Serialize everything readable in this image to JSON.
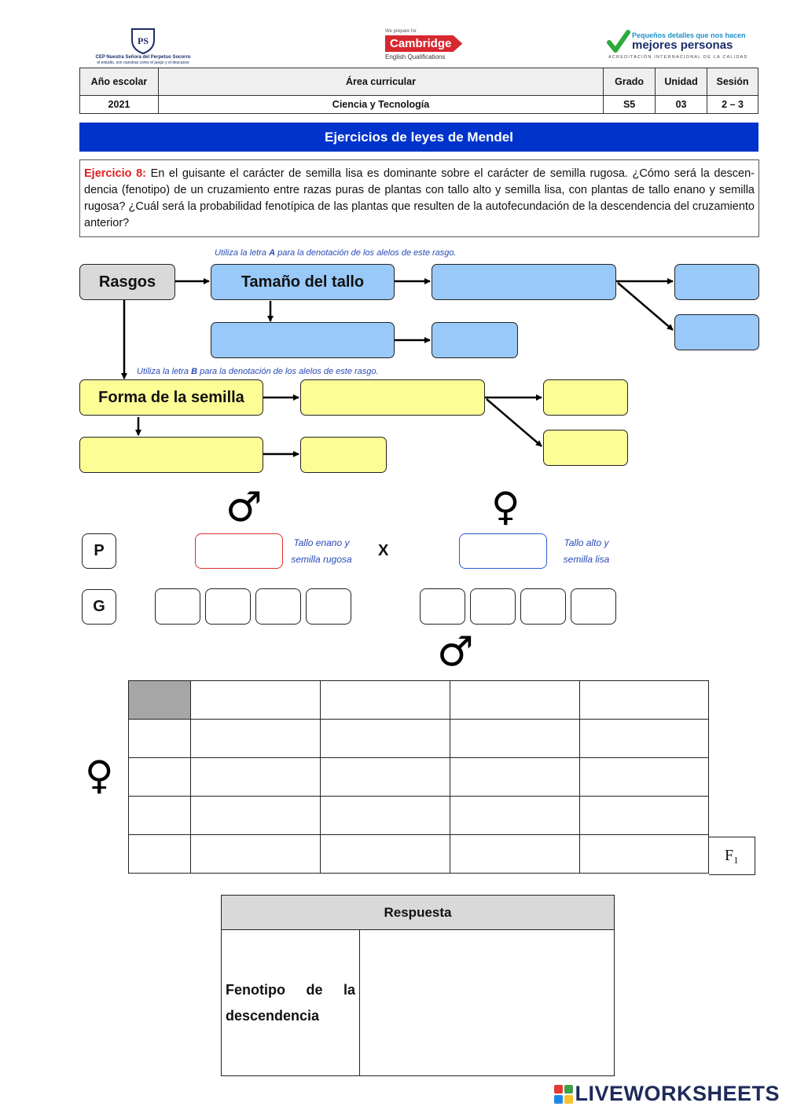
{
  "header": {
    "school_name": "CEP Nuestra Señora del Perpetuo Socorro",
    "school_motto": "el estudio, son nuestras como el juego y el descanso",
    "school_monogram": "PS",
    "cambridge_small": "We prepare for",
    "cambridge_brand": "Cambridge",
    "cambridge_sub": "English Qualifications",
    "quality_line1": "Pequeños detalles que nos hacen",
    "quality_line2": "mejores personas",
    "quality_line3": "ACREDITACIÓN INTERNACIONAL DE LA CALIDAD"
  },
  "info_table": {
    "headers": [
      "Año escolar",
      "Área curricular",
      "Grado",
      "Unidad",
      "Sesión"
    ],
    "values": [
      "2021",
      "Ciencia y Tecnología",
      "S5",
      "03",
      "2 – 3"
    ]
  },
  "banner": "Ejercicios de leyes de Mendel",
  "exercise": {
    "label": "Ejercicio 8:",
    "text": " En el guisante el carácter de semilla lisa es dominante sobre el carácter de semilla rugosa. ¿Cómo será la descen-dencia (fenotipo) de un cruzamiento entre razas puras de plantas con tallo alto y semilla lisa, con plantas de tallo enano y semilla rugosa? ¿Cuál será la probabilidad fenotípica de las plantas que resulten de la autofecundación de la descendencia del cruzamiento anterior?"
  },
  "diagram": {
    "hint_a_before": "Utiliza la letra ",
    "hint_a_letter": "A",
    "hint_a_after": " para la denotación de los alelos de este rasgo.",
    "hint_b_before": "Utiliza la letra ",
    "hint_b_letter": "B",
    "hint_b_after": " para la denotación de los alelos de este rasgo.",
    "rasgos": "Rasgos",
    "tamano": "Tamaño del tallo",
    "forma": "Forma de la semilla"
  },
  "cross": {
    "male_symbol": "♂",
    "female_symbol": "♀",
    "p_label": "P",
    "g_label": "G",
    "cross_x": "X",
    "male_note_1": "Tallo enano y",
    "male_note_2": "semilla rugosa",
    "female_note_1": "Tallo alto y",
    "female_note_2": "semilla lisa"
  },
  "punnett": {
    "male_symbol": "♂",
    "female_symbol": "♀",
    "f1_label": "F₁"
  },
  "respuesta": {
    "title": "Respuesta",
    "row_label": "Fenotipo de la descendencia"
  },
  "watermark": {
    "text": "LIVEWORKSHEETS",
    "colors": [
      "#e53935",
      "#43a047",
      "#1e88e5",
      "#fbc02d"
    ]
  },
  "colors": {
    "banner": "#0033cc",
    "blue_box": "#99c9f9",
    "yellow_box": "#fdfd96",
    "gray_box": "#d9d9d9",
    "exercise_label": "#e02020",
    "hint_text": "#2a4bb8",
    "male_input_border": "#e03030",
    "female_input_border": "#2a5bd0"
  }
}
